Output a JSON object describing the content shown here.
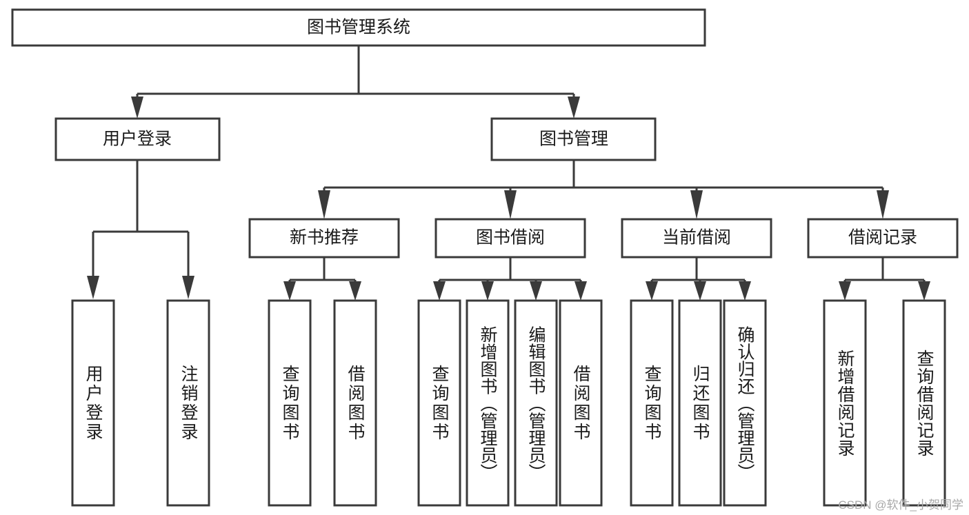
{
  "diagram": {
    "kind": "functional-structure-tree",
    "root": {
      "id": "root",
      "label": "图书管理系统"
    },
    "level1": [
      {
        "id": "user-login",
        "label": "用户登录"
      },
      {
        "id": "book-manage",
        "label": "图书管理"
      }
    ],
    "level2": [
      {
        "id": "new-book-rec",
        "label": "新书推荐",
        "parent": "book-manage"
      },
      {
        "id": "book-borrow",
        "label": "图书借阅",
        "parent": "book-manage"
      },
      {
        "id": "current-borrow",
        "label": "当前借阅",
        "parent": "book-manage"
      },
      {
        "id": "borrow-record",
        "label": "借阅记录",
        "parent": "book-manage"
      }
    ],
    "leaves": {
      "user-login": [
        {
          "id": "leaf-user-login",
          "label": "用户登录"
        },
        {
          "id": "leaf-logout",
          "label": "注销登录"
        }
      ],
      "new-book-rec": [
        {
          "id": "leaf-query-book-1",
          "label": "查询图书"
        },
        {
          "id": "leaf-borrow-book-1",
          "label": "借阅图书"
        }
      ],
      "book-borrow": [
        {
          "id": "leaf-query-book-2",
          "label": "查询图书"
        },
        {
          "id": "leaf-add-book",
          "label": "新增图书（管理员）"
        },
        {
          "id": "leaf-edit-book",
          "label": "编辑图书（管理员）"
        },
        {
          "id": "leaf-borrow-book-2",
          "label": "借阅图书"
        }
      ],
      "current-borrow": [
        {
          "id": "leaf-query-book-3",
          "label": "查询图书"
        },
        {
          "id": "leaf-return-book",
          "label": "归还图书"
        },
        {
          "id": "leaf-confirm-return",
          "label": "确认归还（管理员）"
        }
      ],
      "borrow-record": [
        {
          "id": "leaf-add-record",
          "label": "新增借阅记录"
        },
        {
          "id": "leaf-query-record",
          "label": "查询借阅记录"
        }
      ]
    }
  },
  "watermark": {
    "text": "CSDN @软件_小贺同学"
  },
  "colors": {
    "stroke": "#3a3a3a",
    "fill": "#ffffff",
    "text": "#1a1a1a",
    "background": "#ffffff",
    "watermark": "#a8a8a8"
  }
}
